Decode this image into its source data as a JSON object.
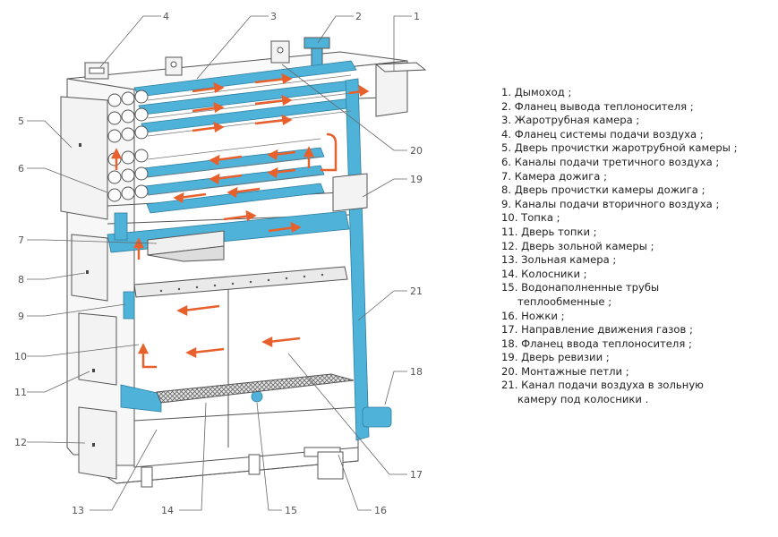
{
  "callouts": [
    {
      "id": "1",
      "label": "1"
    },
    {
      "id": "2",
      "label": "2"
    },
    {
      "id": "3",
      "label": "3"
    },
    {
      "id": "4",
      "label": "4"
    },
    {
      "id": "5",
      "label": "5"
    },
    {
      "id": "6",
      "label": "6"
    },
    {
      "id": "7",
      "label": "7"
    },
    {
      "id": "8",
      "label": "8"
    },
    {
      "id": "9",
      "label": "9"
    },
    {
      "id": "10",
      "label": "10"
    },
    {
      "id": "11",
      "label": "11"
    },
    {
      "id": "12",
      "label": "12"
    },
    {
      "id": "13",
      "label": "13"
    },
    {
      "id": "14",
      "label": "14"
    },
    {
      "id": "15",
      "label": "15"
    },
    {
      "id": "16",
      "label": "16"
    },
    {
      "id": "17",
      "label": "17"
    },
    {
      "id": "18",
      "label": "18"
    },
    {
      "id": "19",
      "label": "19"
    },
    {
      "id": "20",
      "label": "20"
    },
    {
      "id": "21",
      "label": "21"
    }
  ],
  "legend": [
    {
      "text": "1. Дымоход ;"
    },
    {
      "text": "2. Фланец вывода теплоносителя ;"
    },
    {
      "text": "3. Жаротрубная камера ;"
    },
    {
      "text": "4. Фланец системы подачи воздуха ;"
    },
    {
      "text": "5. Дверь прочистки жаротрубной камеры ;"
    },
    {
      "text": "6. Каналы подачи третичного воздуха ;"
    },
    {
      "text": "7. Камера дожига ;"
    },
    {
      "text": "8. Дверь прочистки камеры дожига ;"
    },
    {
      "text": "9. Каналы подачи вторичного воздуха ;"
    },
    {
      "text": "10. Топка ;"
    },
    {
      "text": "11. Дверь топки ;"
    },
    {
      "text": "12. Дверь зольной камеры ;"
    },
    {
      "text": "13. Зольная камера ;"
    },
    {
      "text": "14. Колосники ;"
    },
    {
      "text": "15. Водонаполненные трубы",
      "cont": "теплообменные ;"
    },
    {
      "text": "16. Ножки ;"
    },
    {
      "text": "17. Направление движения газов ;"
    },
    {
      "text": "18. Фланец ввода теплоносителя ;"
    },
    {
      "text": "19. Дверь ревизии ;"
    },
    {
      "text": "20. Монтажные петли ;"
    },
    {
      "text": "21. Канал подачи воздуха в зольную",
      "cont": "камеру под колосники ."
    }
  ],
  "colors": {
    "water": "#4fb3d9",
    "arrow": "#e8602c",
    "line": "#555555",
    "grate": "#7a7a7a"
  }
}
